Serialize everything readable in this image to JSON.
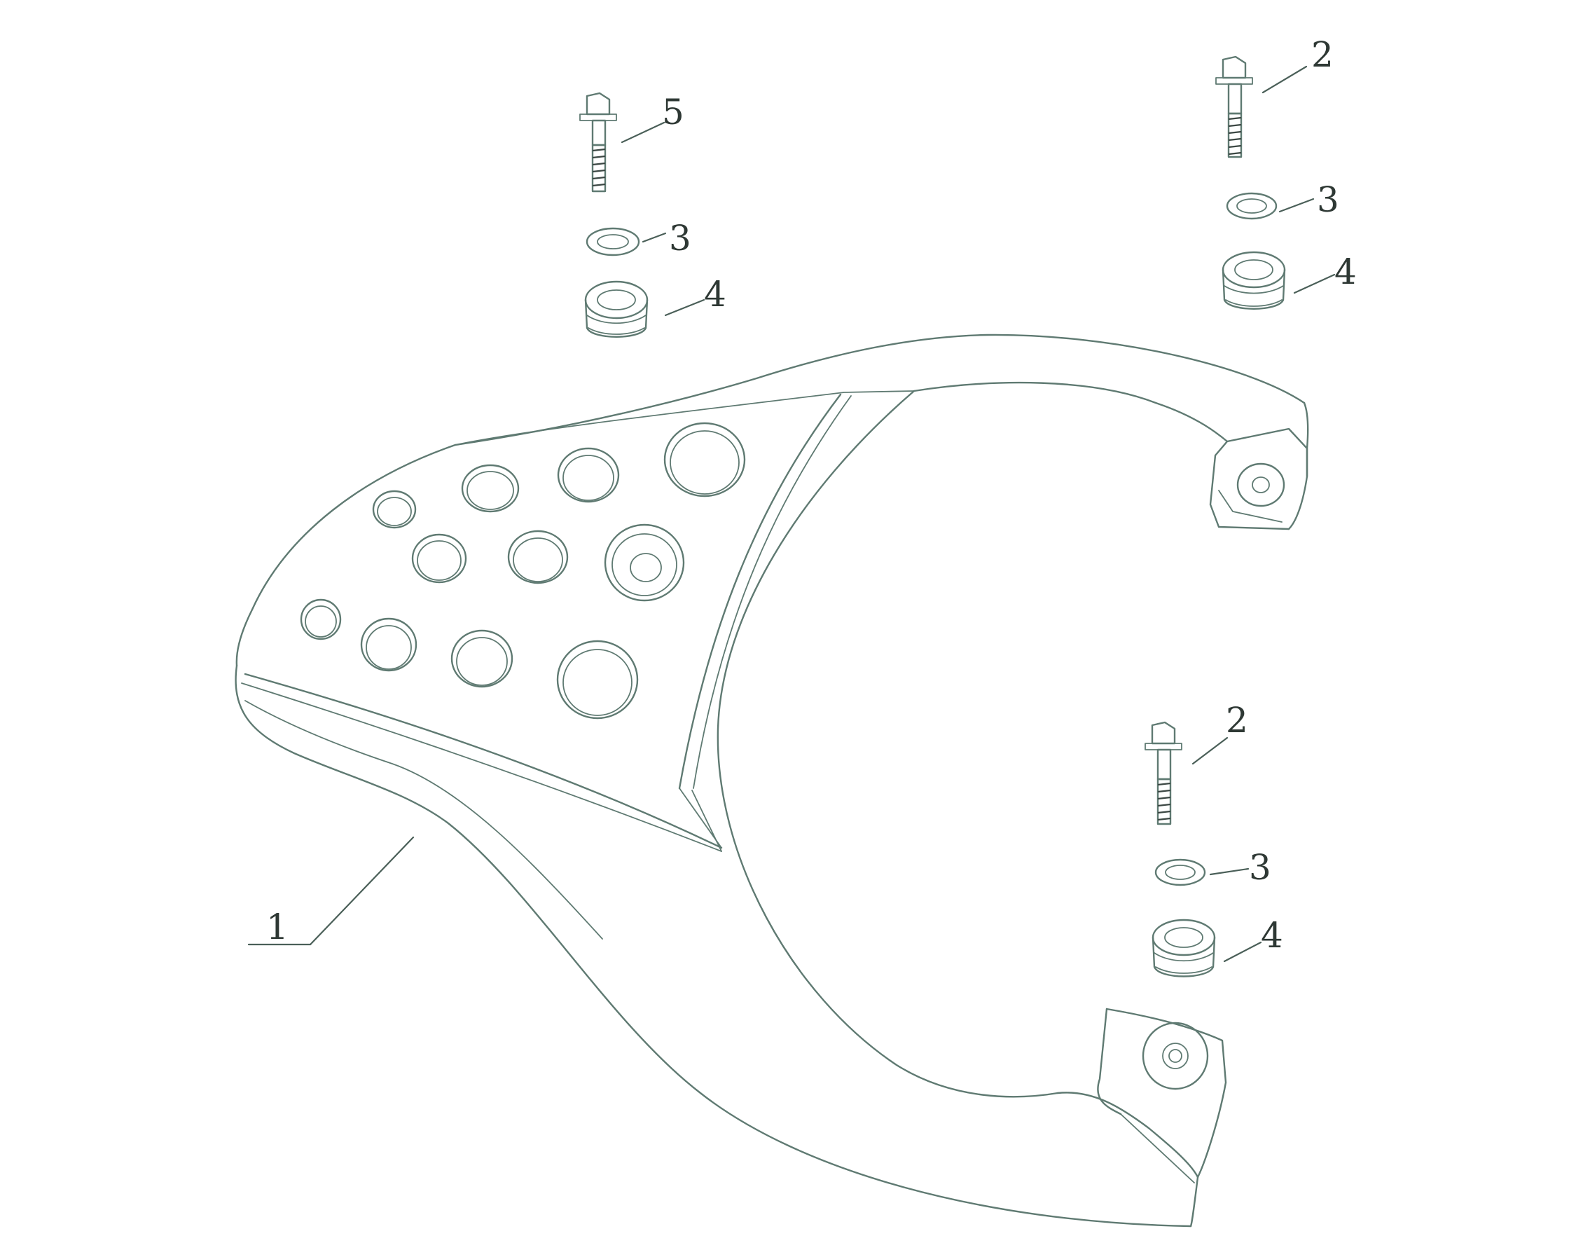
{
  "colors": {
    "line": "#5f7a72",
    "label": "#2e3834",
    "background": "#ffffff"
  },
  "callouts": {
    "c1": "1",
    "c2a": "2",
    "c2b": "2",
    "c3a": "3",
    "c3b": "3",
    "c3c": "3",
    "c4a": "4",
    "c4b": "4",
    "c4c": "4",
    "c5": "5"
  }
}
